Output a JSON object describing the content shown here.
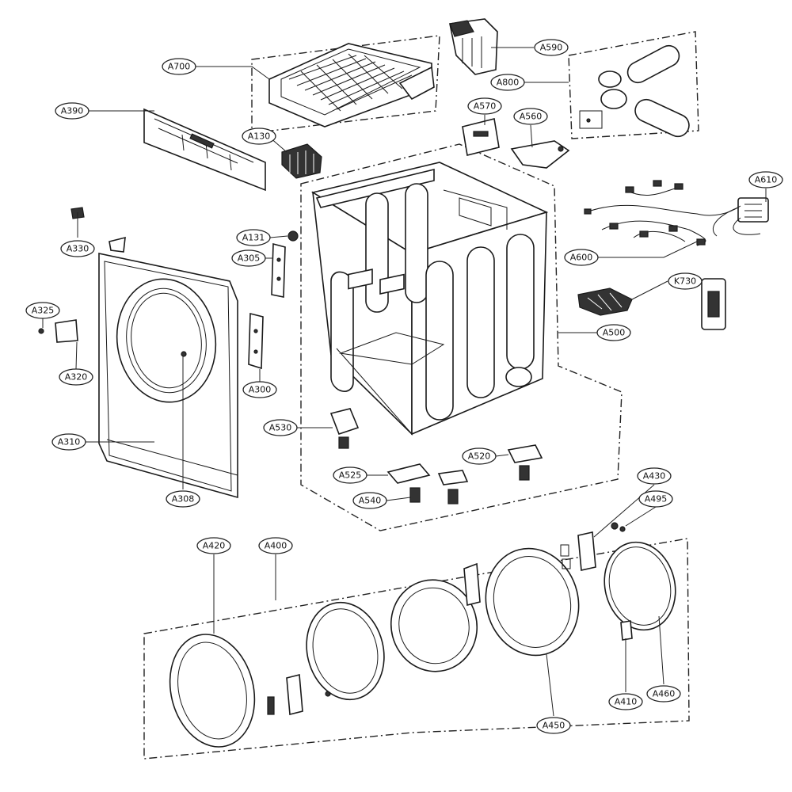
{
  "callouts": [
    {
      "id": "A700",
      "label": "A700"
    },
    {
      "id": "A590",
      "label": "A590"
    },
    {
      "id": "A800",
      "label": "A800"
    },
    {
      "id": "A390",
      "label": "A390"
    },
    {
      "id": "A570",
      "label": "A570"
    },
    {
      "id": "A560",
      "label": "A560"
    },
    {
      "id": "A130",
      "label": "A130"
    },
    {
      "id": "A610",
      "label": "A610"
    },
    {
      "id": "A330",
      "label": "A330"
    },
    {
      "id": "A131",
      "label": "A131"
    },
    {
      "id": "A305",
      "label": "A305"
    },
    {
      "id": "A600",
      "label": "A600"
    },
    {
      "id": "K730",
      "label": "K730"
    },
    {
      "id": "A325",
      "label": "A325"
    },
    {
      "id": "A500",
      "label": "A500"
    },
    {
      "id": "A320",
      "label": "A320"
    },
    {
      "id": "A300",
      "label": "A300"
    },
    {
      "id": "A530",
      "label": "A530"
    },
    {
      "id": "A310",
      "label": "A310"
    },
    {
      "id": "A520",
      "label": "A520"
    },
    {
      "id": "A525",
      "label": "A525"
    },
    {
      "id": "A540",
      "label": "A540"
    },
    {
      "id": "A308",
      "label": "A308"
    },
    {
      "id": "A430",
      "label": "A430"
    },
    {
      "id": "A495",
      "label": "A495"
    },
    {
      "id": "A420",
      "label": "A420"
    },
    {
      "id": "A400",
      "label": "A400"
    },
    {
      "id": "A410",
      "label": "A410"
    },
    {
      "id": "A460",
      "label": "A460"
    },
    {
      "id": "A450",
      "label": "A450"
    }
  ]
}
